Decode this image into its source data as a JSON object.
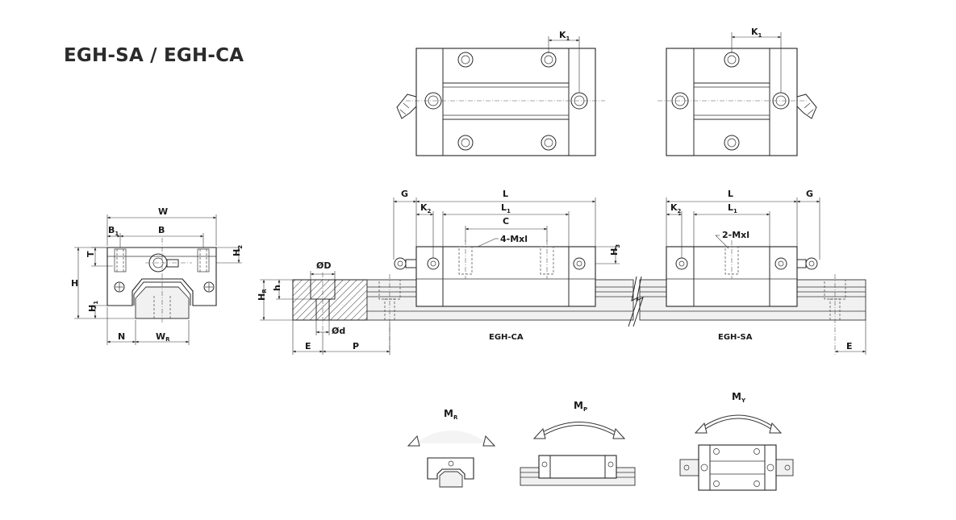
{
  "title": "EGH-SA / EGH-CA",
  "dimensions": {
    "K": "K",
    "one": "1",
    "two": "2",
    "three": "3",
    "R": "R",
    "L": "L",
    "G": "G",
    "C": "C",
    "W": "W",
    "B": "B",
    "T": "T",
    "H": "H",
    "h": "h",
    "N": "N",
    "E": "E",
    "P": "P",
    "D": "ØD",
    "d": "Ød"
  },
  "callouts": {
    "ca_tap": "4-Mxl",
    "sa_tap": "2-Mxl"
  },
  "models": {
    "ca": "EGH-CA",
    "sa": "EGH-SA"
  },
  "moments": {
    "M": "M",
    "r": "R",
    "p": "P",
    "y": "Y"
  }
}
